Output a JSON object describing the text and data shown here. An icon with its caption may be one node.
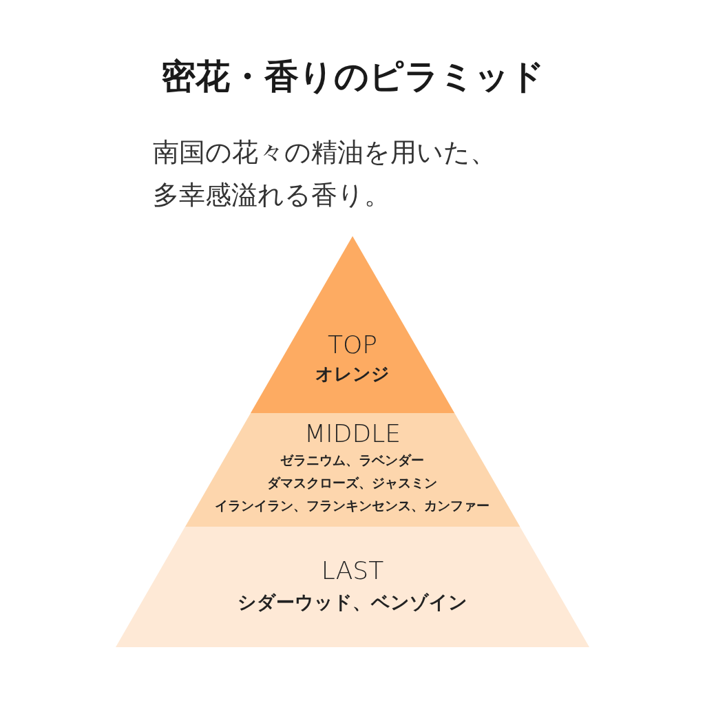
{
  "diagram": {
    "title": "密花・香りのピラミッド",
    "nodes": [
      {
        "text": [
          "TOP",
          "オレンジ"
        ]
      },
      {
        "text": [
          "MIDDLE",
          "ゼラニウム、ラベンダー",
          "ダマスクローズ、ジャスミン",
          "イランイラン、フランキンセンス、カンファー"
        ]
      },
      {
        "text": [
          "LAST",
          "シダーウッド、ベンゾイン"
        ]
      }
    ],
    "labels": [
      "南国の花々の精油を用いた、多幸感溢れる香り。"
    ]
  }
}
